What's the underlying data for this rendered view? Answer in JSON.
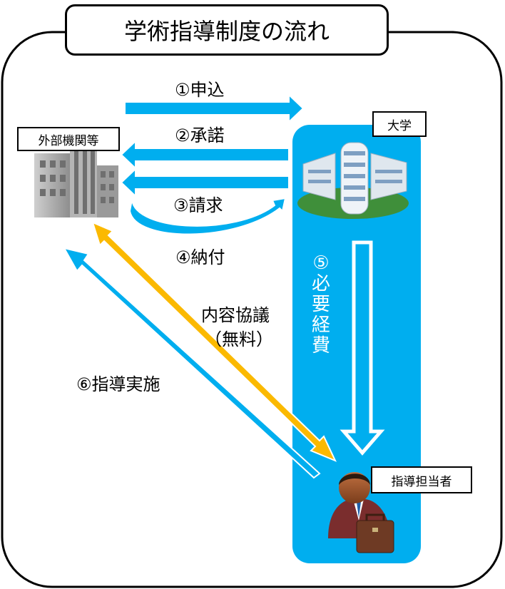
{
  "title": "学術指導制度の流れ",
  "nodes": {
    "external": "外部機関等",
    "university": "大学",
    "supervisor": "指導担当者"
  },
  "steps": {
    "s1": "①申込",
    "s2": "②承諾",
    "s3": "③請求",
    "s4": "④納付",
    "s5": [
      "⑤",
      "必",
      "要",
      "経",
      "費"
    ],
    "s6": "⑥指導実施",
    "consult_line1": "内容協議",
    "consult_line2": "（無料）"
  },
  "colors": {
    "blue": "#00AEEF",
    "orange": "#FBB900",
    "border": "#000000"
  },
  "icons": [
    "office-building-icon",
    "university-building-icon",
    "businessman-icon"
  ]
}
